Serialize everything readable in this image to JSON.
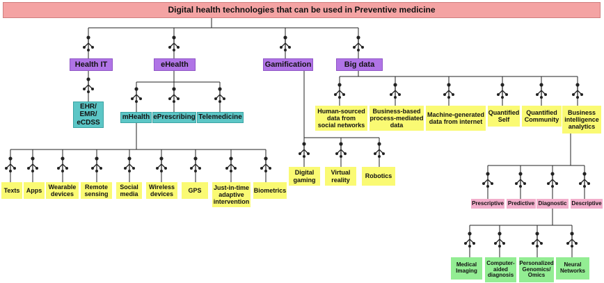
{
  "title": "Digital health technologies that can be used in Preventive medicine",
  "colors": {
    "title": "#f4a3a3",
    "category": "#b074e6",
    "subcategory": "#5cc6c6",
    "item": "#fafa73",
    "analytics": "#f2aecb",
    "diagnostic": "#93ed93",
    "line": "#222222"
  },
  "categories": {
    "health_it": "Health IT",
    "ehealth": "eHealth",
    "gamification": "Gamification",
    "big_data": "Big data"
  },
  "health_it_items": {
    "ehr": "EHR/\nEMR/\neCDSS"
  },
  "ehealth_items": {
    "mhealth": "mHealth",
    "eprescribing": "ePrescribing",
    "telemedicine": "Telemedicine"
  },
  "mhealth_items": {
    "texts": "Texts",
    "apps": "Apps",
    "wearable": "Wearable\ndevices",
    "remote": "Remote\nsensing",
    "social": "Social\nmedia",
    "wireless": "Wireless\ndevices",
    "gps": "GPS",
    "jitai": "Just-in-time\nadaptive\nintervention",
    "biometrics": "Biometrics"
  },
  "gamification_items": {
    "digital_gaming": "Digital\ngaming",
    "virtual_reality": "Virtual\nreality",
    "robotics": "Robotics"
  },
  "big_data_items": {
    "human_sourced": "Human-sourced\ndata from\nsocial networks",
    "business_based": "Business-based\nprocess-mediated\ndata",
    "machine_generated": "Machine-generated\ndata from internet",
    "quantified_self": "Quantified\nSelf",
    "quantified_community": "Quantified\nCommunity",
    "bi_analytics": "Business\nintelligence\nanalytics"
  },
  "analytics_items": {
    "prescriptive": "Prescriptive",
    "predictive": "Predictive",
    "diagnostic": "Diagnostic",
    "descriptive": "Descriptive"
  },
  "diagnostic_items": {
    "medical_imaging": "Medical\nImaging",
    "cad": "Computer-\naided\ndiagnosis",
    "genomics": "Personalized\nGenomics/\nOmics",
    "neural_networks": "Neural\nNetworks"
  }
}
